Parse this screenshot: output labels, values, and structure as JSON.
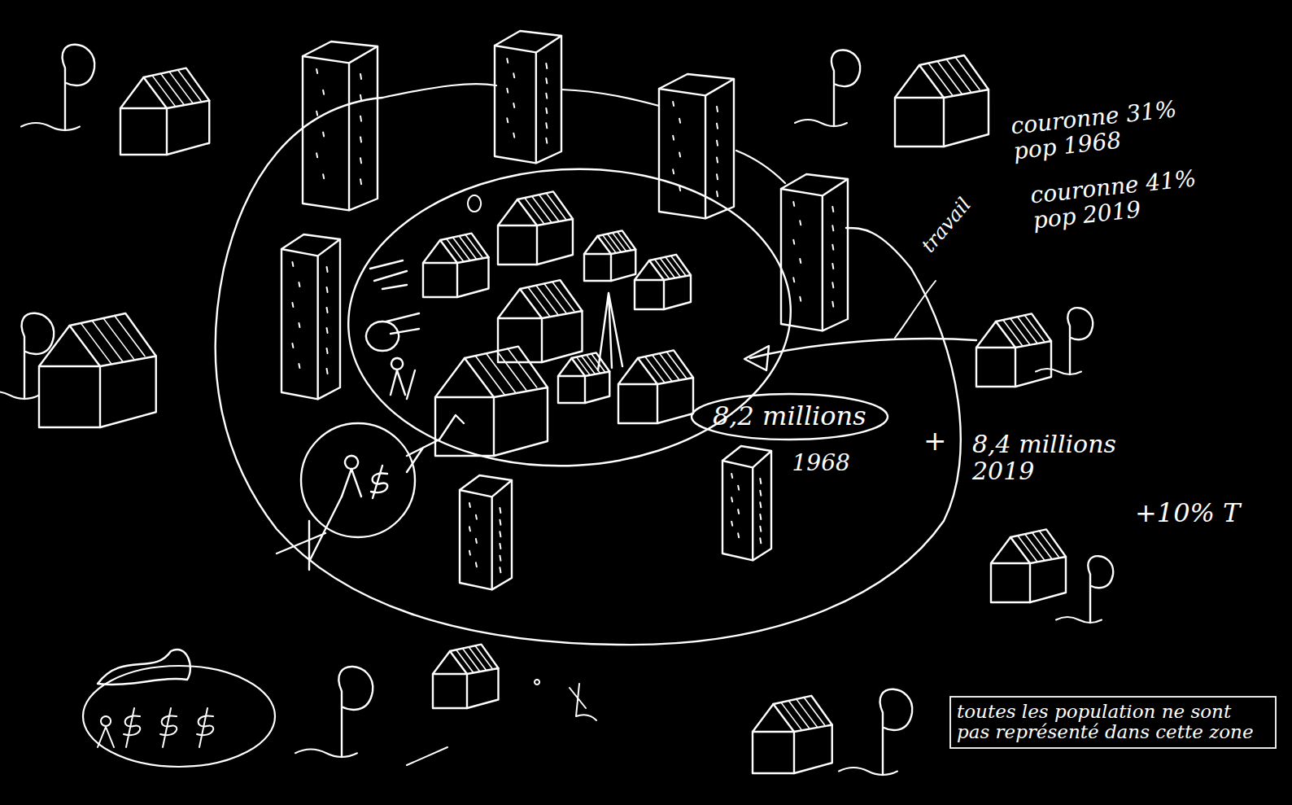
{
  "diagram": {
    "nodes": [
      {
        "text": [
          "8,2 millions",
          "1968"
        ]
      },
      {
        "text": [
          "toutes les population ne sont pas représenté dans cette zone"
        ]
      }
    ],
    "labels": [
      "couronne 31% pop 1968",
      "couronne 41% pop 2019",
      "travail",
      "+",
      "8,4 millions 2019",
      "+10% T"
    ]
  }
}
